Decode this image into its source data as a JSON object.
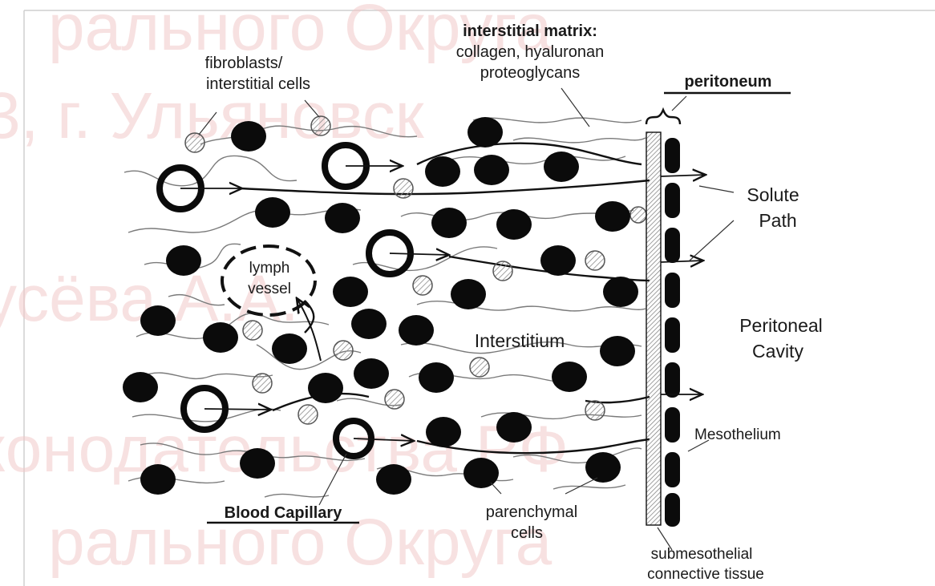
{
  "labels": {
    "interstitial_matrix_title": "interstitial matrix:",
    "interstitial_matrix_line1": "collagen, hyaluronan",
    "interstitial_matrix_line2": "proteoglycans",
    "fibroblasts_line1": "fibroblasts/",
    "fibroblasts_line2": "interstitial cells",
    "peritoneum": "peritoneum",
    "solute_line1": "Solute",
    "solute_line2": "Path",
    "lymph_line1": "lymph",
    "lymph_line2": "vessel",
    "peritoneal_line1": "Peritoneal",
    "peritoneal_line2": "Cavity",
    "interstitium": "Interstitium",
    "mesothelium": "Mesothelium",
    "blood_capillary": "Blood Capillary",
    "parenchymal_line1": "parenchymal",
    "parenchymal_line2": "cells",
    "submesothelial_line1": "submesothelial",
    "submesothelial_line2": "connective tissue"
  },
  "watermark": {
    "line1": "рального Округа",
    "line2": "3, г. Ульяновск",
    "line3": "усёва А.А.",
    "line4": "конодательства РФ",
    "line5": "рального Округа"
  },
  "colors": {
    "ink": "#111111",
    "fiber": "#777777",
    "hatch": "#8a8a8a",
    "watermark": "#f2c9c9"
  }
}
